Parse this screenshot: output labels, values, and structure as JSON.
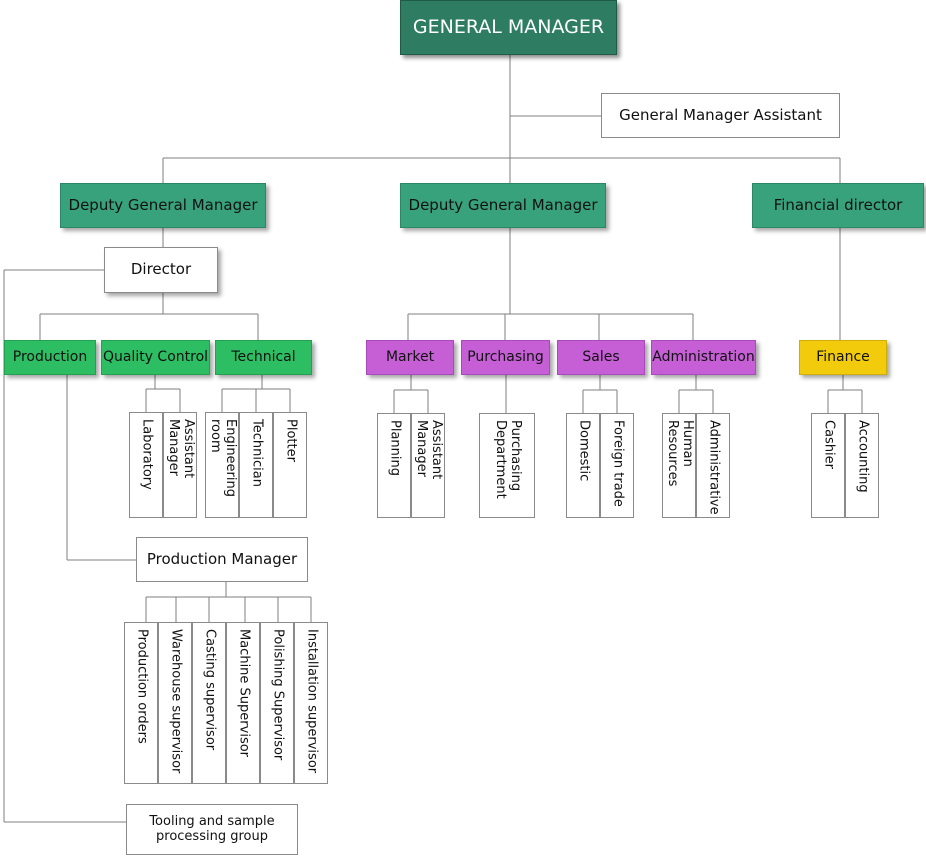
{
  "general_manager": "GENERAL MANAGER",
  "general_manager_assistant": "General Manager Assistant",
  "deputy_gm_left": "Deputy General Manager",
  "deputy_gm_center": "Deputy General Manager",
  "financial_director": "Financial director",
  "director": "Director",
  "production": "Production",
  "quality_control": "Quality Control",
  "technical": "Technical",
  "market": "Market",
  "purchasing": "Purchasing",
  "sales": "Sales",
  "administration": "Administration",
  "finance": "Finance",
  "production_manager": "Production Manager",
  "tooling_group": "Tooling and sample processing group",
  "qc_children": [
    "Laboratory",
    "Assistant Manager"
  ],
  "technical_children": [
    "Engineering room",
    "Technician",
    "Plotter"
  ],
  "market_children": [
    "Planning",
    "Assistant Manager"
  ],
  "purchasing_children": [
    "Purchasing Department"
  ],
  "sales_children": [
    "Domestic",
    "Foreign trade"
  ],
  "admin_children": [
    "Human Resources",
    "Administrative"
  ],
  "finance_children": [
    "Cashier",
    "Accounting"
  ],
  "production_manager_children": [
    "Production orders",
    "Warehouse supervisor",
    "Casting supervisor",
    "Machine Supervisor",
    "Polishing Supervisor",
    "Installation supervisor"
  ],
  "colors": {
    "general_manager": "#2e7d62",
    "deputy": "#38a27c",
    "department_green": "#2dbd62",
    "department_purple": "#c65fd6",
    "department_yellow": "#f2cc0c",
    "connector": "#7f7f7f"
  }
}
